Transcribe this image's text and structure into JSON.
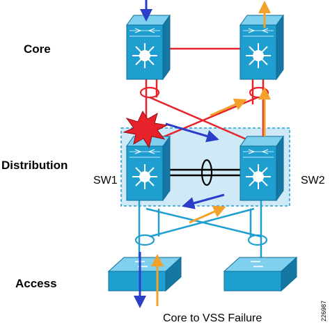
{
  "tiers": {
    "core": "Core",
    "distribution": "Distribution",
    "access": "Access"
  },
  "switches": {
    "sw1": "SW1",
    "sw2": "SW2"
  },
  "caption": "Core to VSS Failure",
  "figure_id": "226987",
  "colors": {
    "switch_blue": "#1f9fd0",
    "switch_light": "#7fd0ee",
    "core_link": "#e8222a",
    "access_link": "#1f9fd0",
    "arrow_blue": "#2a3ec8",
    "arrow_orange": "#f2a12a",
    "failure_star": "#e8222a",
    "vss_box_fill": "#cfe9f6",
    "vss_box_border": "#1f9fd0"
  },
  "icons": [
    "switch-icon",
    "failure-star-icon",
    "traffic-arrow-icon",
    "etherchannel-ring-icon"
  ]
}
